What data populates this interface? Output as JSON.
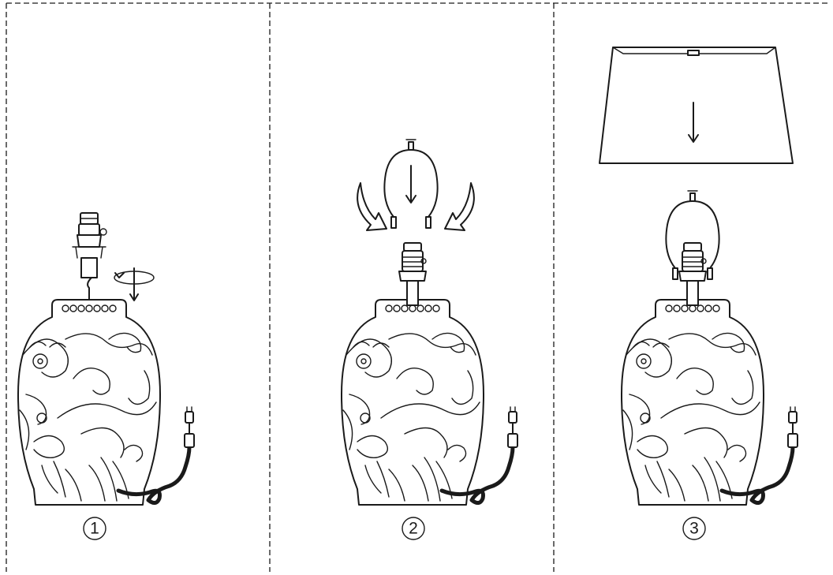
{
  "steps": [
    {
      "number": "1",
      "label": "①"
    },
    {
      "number": "2",
      "label": "②"
    },
    {
      "number": "3",
      "label": "③"
    }
  ],
  "colors": {
    "stroke": "#1a1a1a",
    "background": "#ffffff"
  },
  "icons": [
    "lamp-base",
    "socket-assembly",
    "harp",
    "lampshade",
    "power-cord",
    "rotate-arrow",
    "down-arrow"
  ]
}
